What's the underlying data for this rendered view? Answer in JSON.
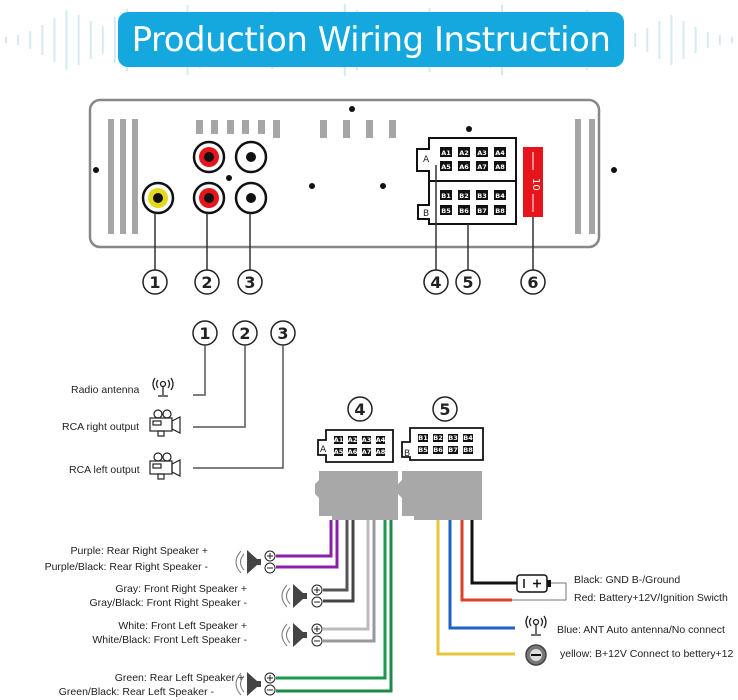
{
  "title": "Production Wiring Instruction",
  "colors": {
    "accent": "#14a8de",
    "purple": "#8a1fa8",
    "gray_dark": "#555555",
    "gray_light": "#bbbbbb",
    "green": "#1a9a4a",
    "yellow": "#e9c43a",
    "blue": "#1e63c4",
    "red": "#d9412b",
    "black": "#111111",
    "fuse": "#e8141c",
    "rca_red": "#e8141c",
    "rca_yellow": "#e6d81a"
  },
  "head_unit": {
    "callouts": [
      "1",
      "2",
      "3",
      "4",
      "5",
      "6"
    ],
    "connector_a": {
      "letter": "A",
      "pins": [
        "A1",
        "A2",
        "A3",
        "A4",
        "A5",
        "A6",
        "A7",
        "A8"
      ]
    },
    "connector_b": {
      "letter": "B",
      "pins": [
        "B1",
        "B2",
        "B3",
        "B4",
        "B5",
        "B6",
        "B7",
        "B8"
      ]
    },
    "fuse_label": "10"
  },
  "outputs": [
    {
      "callout": "1",
      "label": "Radio antenna",
      "icon": "antenna-icon"
    },
    {
      "callout": "2",
      "label": "RCA right output",
      "icon": "camera-icon"
    },
    {
      "callout": "3",
      "label": "RCA left output",
      "icon": "camera-icon"
    }
  ],
  "harness": {
    "callout_a": "4",
    "callout_b": "5"
  },
  "speakers": [
    {
      "plus": "Purple: Rear Right Speaker +",
      "minus": "Purple/Black: Rear Right Speaker -"
    },
    {
      "plus": "Gray: Front Right Speaker +",
      "minus": "Gray/Black: Front Right Speaker -"
    },
    {
      "plus": "White: Front Left Speaker +",
      "minus": "White/Black: Front Left Speaker -"
    },
    {
      "plus": "Green: Rear Left Speaker +",
      "minus": "Green/Black: Rear Left Speaker -"
    }
  ],
  "power": [
    {
      "label": "Black: GND B-/Ground",
      "icon": "battery-icon"
    },
    {
      "label": "Red: Battery+12V/Ignition Swicth",
      "icon": "battery-icon"
    },
    {
      "label": "Blue: ANT Auto antenna/No connect",
      "icon": "antenna-icon"
    },
    {
      "label": "yellow: B+12V Connect to bettery+12",
      "icon": "ignition-key-icon"
    }
  ]
}
